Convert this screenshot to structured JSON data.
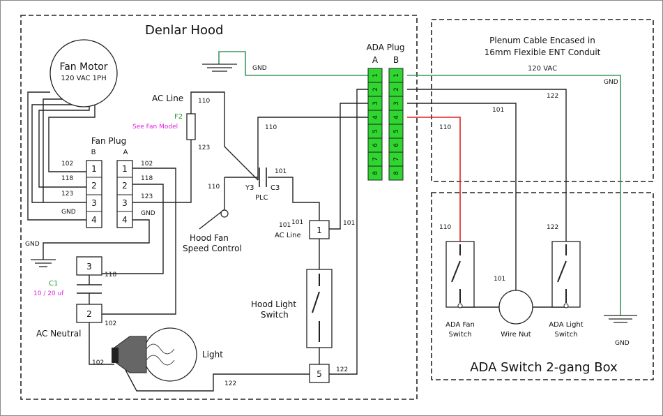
{
  "regions": {
    "hood_title": "Denlar Hood",
    "plenum_line1": "Plenum Cable Encased in",
    "plenum_line2": "16mm Flexible ENT Conduit",
    "plenum_voltage": "120 VAC",
    "switch_box_title": "ADA Switch 2-gang Box"
  },
  "fan_motor": {
    "title": "Fan Motor",
    "rating": "120 VAC 1PH"
  },
  "fan_plug": {
    "title": "Fan Plug",
    "col_b": "B",
    "col_a": "A",
    "pins": [
      "1",
      "2",
      "3",
      "4"
    ]
  },
  "ada_plug": {
    "title": "ADA Plug",
    "col_a": "A",
    "col_b": "B",
    "pins": [
      "1",
      "2",
      "3",
      "4",
      "5",
      "6",
      "7",
      "8"
    ]
  },
  "fuse": {
    "line": "AC Line",
    "name": "F2",
    "note": "See Fan Model"
  },
  "capacitor_c3": {
    "left": "Y3",
    "right": "C3",
    "type": "PLC"
  },
  "speed_control": {
    "line1": "Hood Fan",
    "line2": "Speed Control"
  },
  "terminals": {
    "t1": "1",
    "t2": "2",
    "t3": "3",
    "t5": "5"
  },
  "ac_line_label": "AC Line",
  "capacitor_c1": {
    "name": "C1",
    "value": "10 / 20 uf"
  },
  "ac_neutral": "AC Neutral",
  "light": "Light",
  "hood_light_switch": {
    "line1": "Hood Light",
    "line2": "Switch"
  },
  "ada_fan_switch": {
    "line1": "ADA Fan",
    "line2": "Switch"
  },
  "wire_nut": "Wire Nut",
  "ada_light_switch": {
    "line1": "ADA Light",
    "line2": "Switch"
  },
  "gnd": "GND",
  "wire_labels": {
    "w102": "102",
    "w118": "118",
    "w123": "123",
    "w110": "110",
    "w101": "101",
    "w122": "122"
  },
  "colors": {
    "pin_green": "#2fd62f",
    "hot_red": "#e02020",
    "ground_green": "#3c9a5f"
  }
}
